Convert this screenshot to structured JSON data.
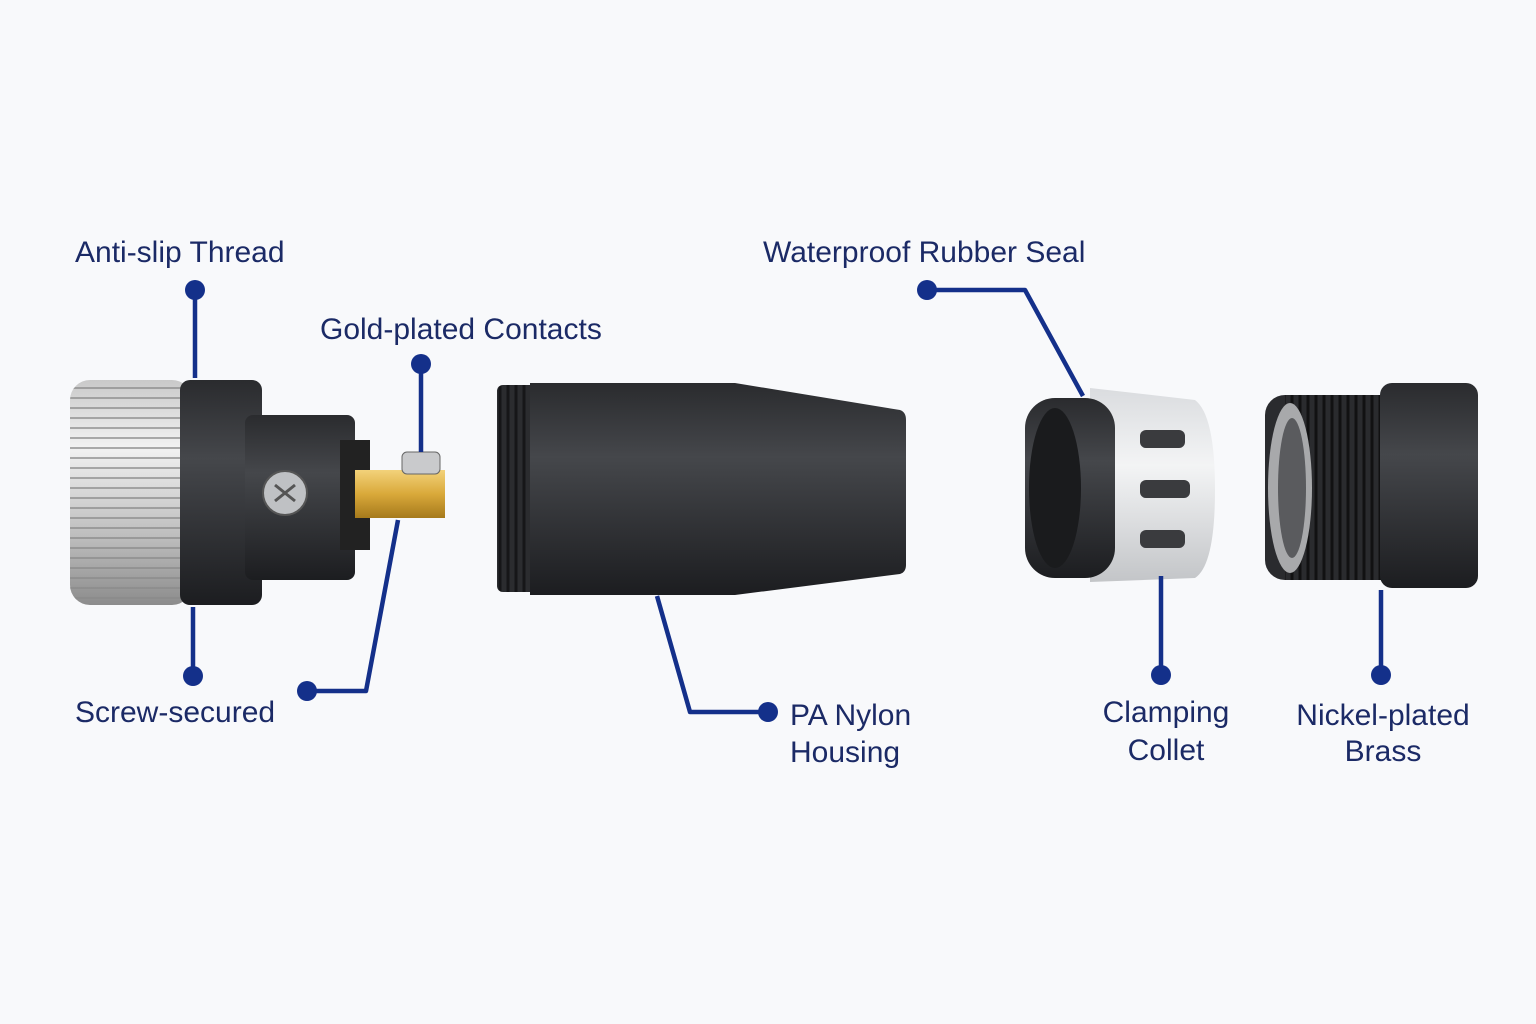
{
  "labels": {
    "anti_slip_thread": "Anti-slip Thread",
    "gold_plated_contacts": "Gold-plated Contacts",
    "screw_secured": "Screw-secured",
    "waterproof_rubber_seal": "Waterproof Rubber Seal",
    "pa_nylon_housing": [
      "PA Nylon",
      "Housing"
    ],
    "clamping_collet": [
      "Clamping",
      "Collet"
    ],
    "nickel_plated_brass": [
      "Nickel-plated",
      "Brass"
    ]
  },
  "colors": {
    "label": "#1b2a66",
    "leader": "#14308a",
    "background": "#f8f9fb"
  }
}
